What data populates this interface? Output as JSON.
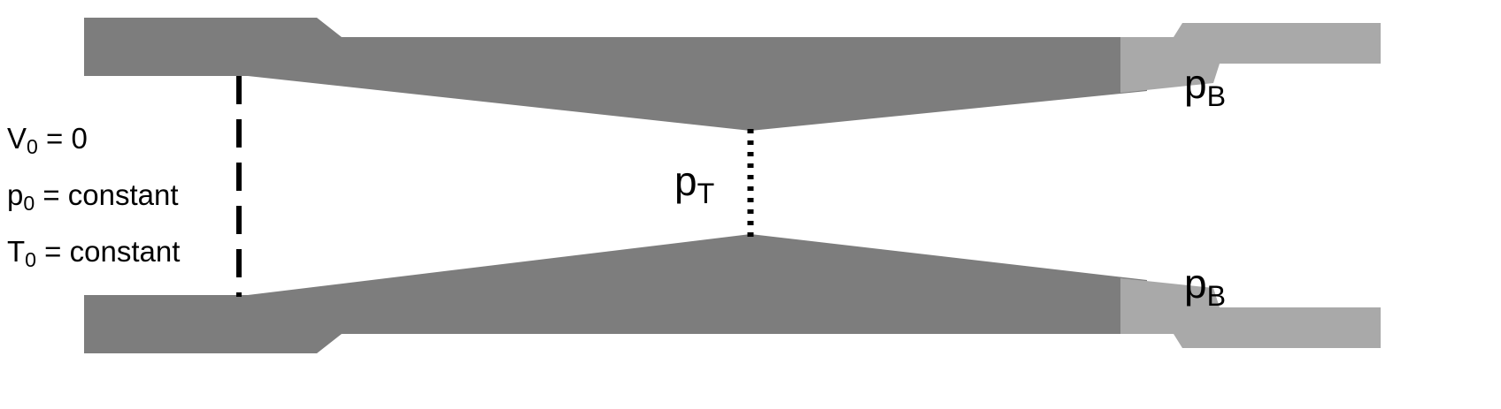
{
  "colors": {
    "wall_dark": "#7d7d7d",
    "wall_light": "#a9a9a9",
    "line": "#000000",
    "background": "#ffffff"
  },
  "labels": {
    "inlet_conditions": [
      {
        "symbol": "V",
        "sub": "0",
        "rest": " = 0"
      },
      {
        "symbol": "p",
        "sub": "0",
        "rest": " = constant"
      },
      {
        "symbol": "T",
        "sub": "0",
        "rest": " = constant"
      }
    ],
    "throat_pressure": {
      "symbol": "p",
      "sub": "T"
    },
    "back_pressure_top": {
      "symbol": "p",
      "sub": "B"
    },
    "back_pressure_bottom": {
      "symbol": "p",
      "sub": "B"
    }
  }
}
